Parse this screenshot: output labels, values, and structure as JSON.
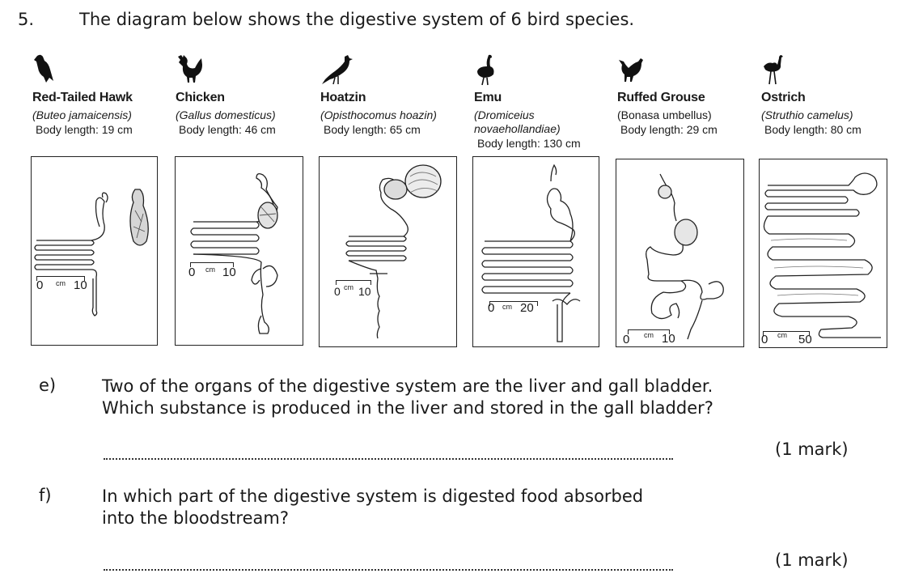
{
  "question": {
    "number": "5.",
    "intro": "The diagram below shows the digestive system of 6 bird species."
  },
  "species": [
    {
      "name": "Red-Tailed Hawk",
      "sci": "(Buteo jamaicensis)",
      "length": "Body length: 19 cm",
      "scale": {
        "zero": "0",
        "unit": "cm",
        "max": "10"
      }
    },
    {
      "name": "Chicken",
      "sci": "(Gallus domesticus)",
      "length": "Body length: 46 cm",
      "scale": {
        "zero": "0",
        "unit": "cm",
        "max": "10"
      }
    },
    {
      "name": "Hoatzin",
      "sci": "(Opisthocomus hoazin)",
      "length": "Body length: 65 cm",
      "scale": {
        "zero": "0",
        "unit": "cm",
        "max": "10"
      }
    },
    {
      "name": "Emu",
      "sci_line1": "(Dromiceius",
      "sci_line2": "novaehollandiae)",
      "length": "Body length: 130 cm",
      "scale": {
        "zero": "0",
        "unit": "cm",
        "max": "20"
      }
    },
    {
      "name": "Ruffed Grouse",
      "sci": "(Bonasa umbellus)",
      "length": "Body length: 29 cm",
      "scale": {
        "zero": "0",
        "unit": "cm",
        "max": "10"
      }
    },
    {
      "name": "Ostrich",
      "sci": "(Struthio camelus)",
      "length": "Body length: 80 cm",
      "scale": {
        "zero": "0",
        "unit": "cm",
        "max": "50"
      }
    }
  ],
  "parts": [
    {
      "letter": "e)",
      "line1": "Two of the organs of the digestive system are the liver and gall bladder.",
      "line2": "Which substance is produced in the liver and stored in the gall bladder?",
      "mark": "(1 mark)"
    },
    {
      "letter": "f)",
      "line1": "In which part of the digestive system is digested food absorbed",
      "line2": "into the bloodstream?",
      "mark": "(1 mark)"
    }
  ]
}
